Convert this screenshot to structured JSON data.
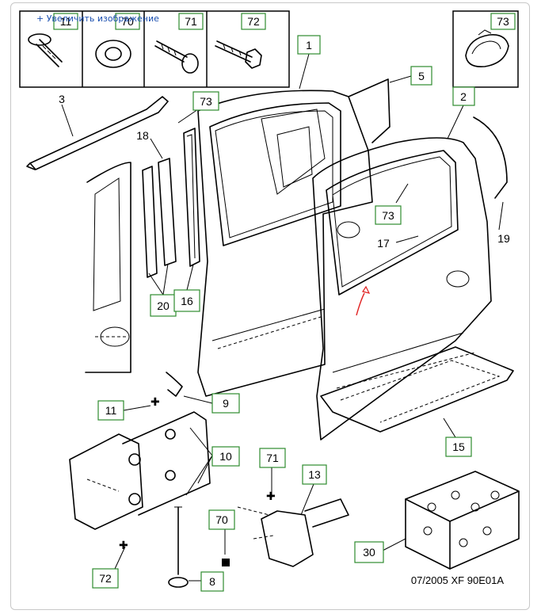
{
  "link": {
    "zoom_label": "+ Увеличить изображение"
  },
  "callouts": [
    {
      "id": "c11a",
      "label": "11"
    },
    {
      "id": "c70a",
      "label": "70"
    },
    {
      "id": "c71a",
      "label": "71"
    },
    {
      "id": "c72a",
      "label": "72"
    },
    {
      "id": "c73a",
      "label": "73"
    },
    {
      "id": "c1",
      "label": "1"
    },
    {
      "id": "c5",
      "label": "5"
    },
    {
      "id": "c2",
      "label": "2"
    },
    {
      "id": "c3",
      "label": "3"
    },
    {
      "id": "c73b",
      "label": "73"
    },
    {
      "id": "c18",
      "label": "18"
    },
    {
      "id": "c73c",
      "label": "73"
    },
    {
      "id": "c17",
      "label": "17"
    },
    {
      "id": "c19",
      "label": "19"
    },
    {
      "id": "c20",
      "label": "20"
    },
    {
      "id": "c16",
      "label": "16"
    },
    {
      "id": "c11b",
      "label": "11"
    },
    {
      "id": "c9",
      "label": "9"
    },
    {
      "id": "c10",
      "label": "10"
    },
    {
      "id": "c71b",
      "label": "71"
    },
    {
      "id": "c13",
      "label": "13"
    },
    {
      "id": "c15",
      "label": "15"
    },
    {
      "id": "c70b",
      "label": "70"
    },
    {
      "id": "c72b",
      "label": "72"
    },
    {
      "id": "c8",
      "label": "8"
    },
    {
      "id": "c30",
      "label": "30"
    }
  ],
  "footer": {
    "reference": "07/2005  XF 90E01A"
  },
  "colors": {
    "callout_border": "#2e8b2e",
    "link": "#1a4fb0",
    "annotation": "#e02020"
  }
}
